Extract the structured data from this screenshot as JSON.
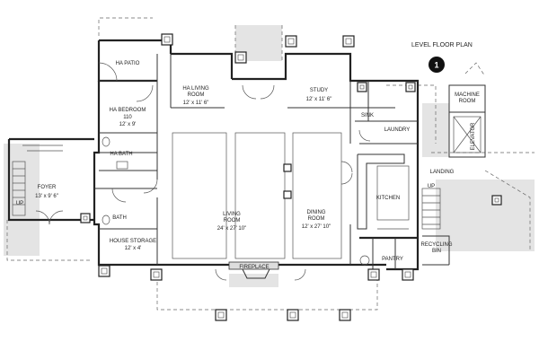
{
  "plan_title": "LEVEL FLOOR PLAN",
  "plan_number": "1",
  "rooms": {
    "ha_patio": {
      "name": "HA PATIO"
    },
    "ha_living_room": {
      "name_line1": "HA LIVING",
      "name_line2": "ROOM",
      "dims": "12' x 11' 6\""
    },
    "study": {
      "name": "STUDY",
      "dims": "12' x 11' 6\""
    },
    "ha_bedroom": {
      "name": "HA BEDROOM",
      "number": "110",
      "dims": "12' x 9'"
    },
    "ha_bath": {
      "name": "HA BATH"
    },
    "foyer": {
      "name": "FOYER",
      "dims": "13' x 9' 6\""
    },
    "bath": {
      "name": "BATH"
    },
    "house_storage": {
      "name": "HOUSE STORAGE",
      "dims": "12' x 4'"
    },
    "living_room": {
      "name_line1": "LIVING",
      "name_line2": "ROOM",
      "dims": "24' x 27' 10\""
    },
    "dining_room": {
      "name_line1": "DINING",
      "name_line2": "ROOM",
      "dims": "12' x 27' 10\""
    },
    "fireplace": {
      "name": "FIREPLACE"
    },
    "sink": {
      "name": "SINK"
    },
    "laundry": {
      "name": "LAUNDRY"
    },
    "kitchen": {
      "name": "KITCHEN"
    },
    "pantry": {
      "name": "PANTRY"
    },
    "landing": {
      "name": "LANDING"
    },
    "recycling_bin": {
      "name_line1": "RECYCLING",
      "name_line2": "BIN"
    },
    "machine_room": {
      "name_line1": "MACHINE",
      "name_line2": "ROOM"
    },
    "elevator": {
      "name": "ELEVATOR"
    }
  },
  "stair_labels": {
    "foyer_up": "UP",
    "landing_up": "UP"
  }
}
